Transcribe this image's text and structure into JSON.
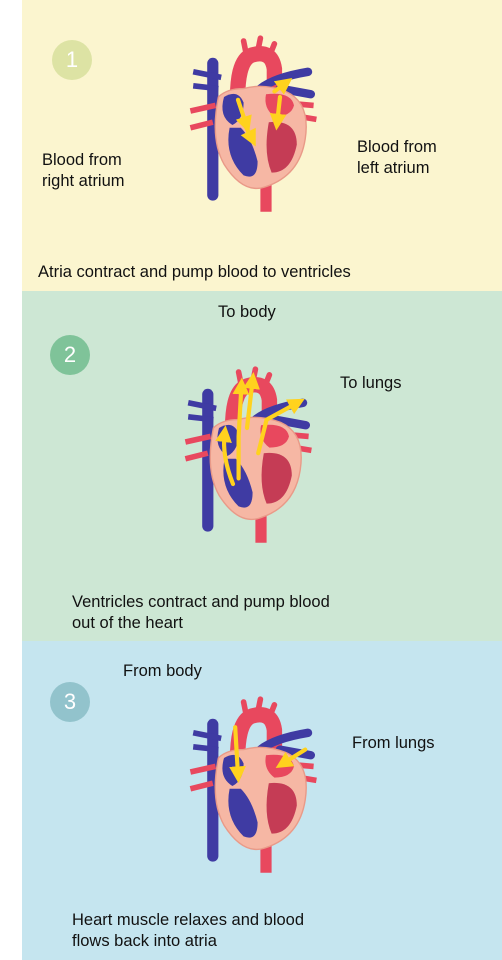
{
  "colors": {
    "panel1_bg": "#fbf5cf",
    "panel2_bg": "#cde7d4",
    "panel3_bg": "#c5e5ef",
    "badge1": "#dde3a4",
    "badge2": "#7fc399",
    "badge3": "#92c3cc",
    "deoxygenated": "#3f3ba3",
    "oxygenated": "#e8485e",
    "heart_tissue": "#f6b7a4",
    "arrow": "#ffd21e"
  },
  "panels": [
    {
      "number": "1",
      "caption": "Atria contract and pump blood to ventricles",
      "labels": {
        "left": "Blood from\nright atrium",
        "right": "Blood from\nleft atrium"
      }
    },
    {
      "number": "2",
      "caption": "Ventricles contract and pump blood\nout of the heart",
      "labels": {
        "top": "To body",
        "right": "To lungs"
      }
    },
    {
      "number": "3",
      "caption": "Heart muscle relaxes and blood\nflows back into atria",
      "labels": {
        "top": "From body",
        "right": "From lungs"
      }
    }
  ]
}
